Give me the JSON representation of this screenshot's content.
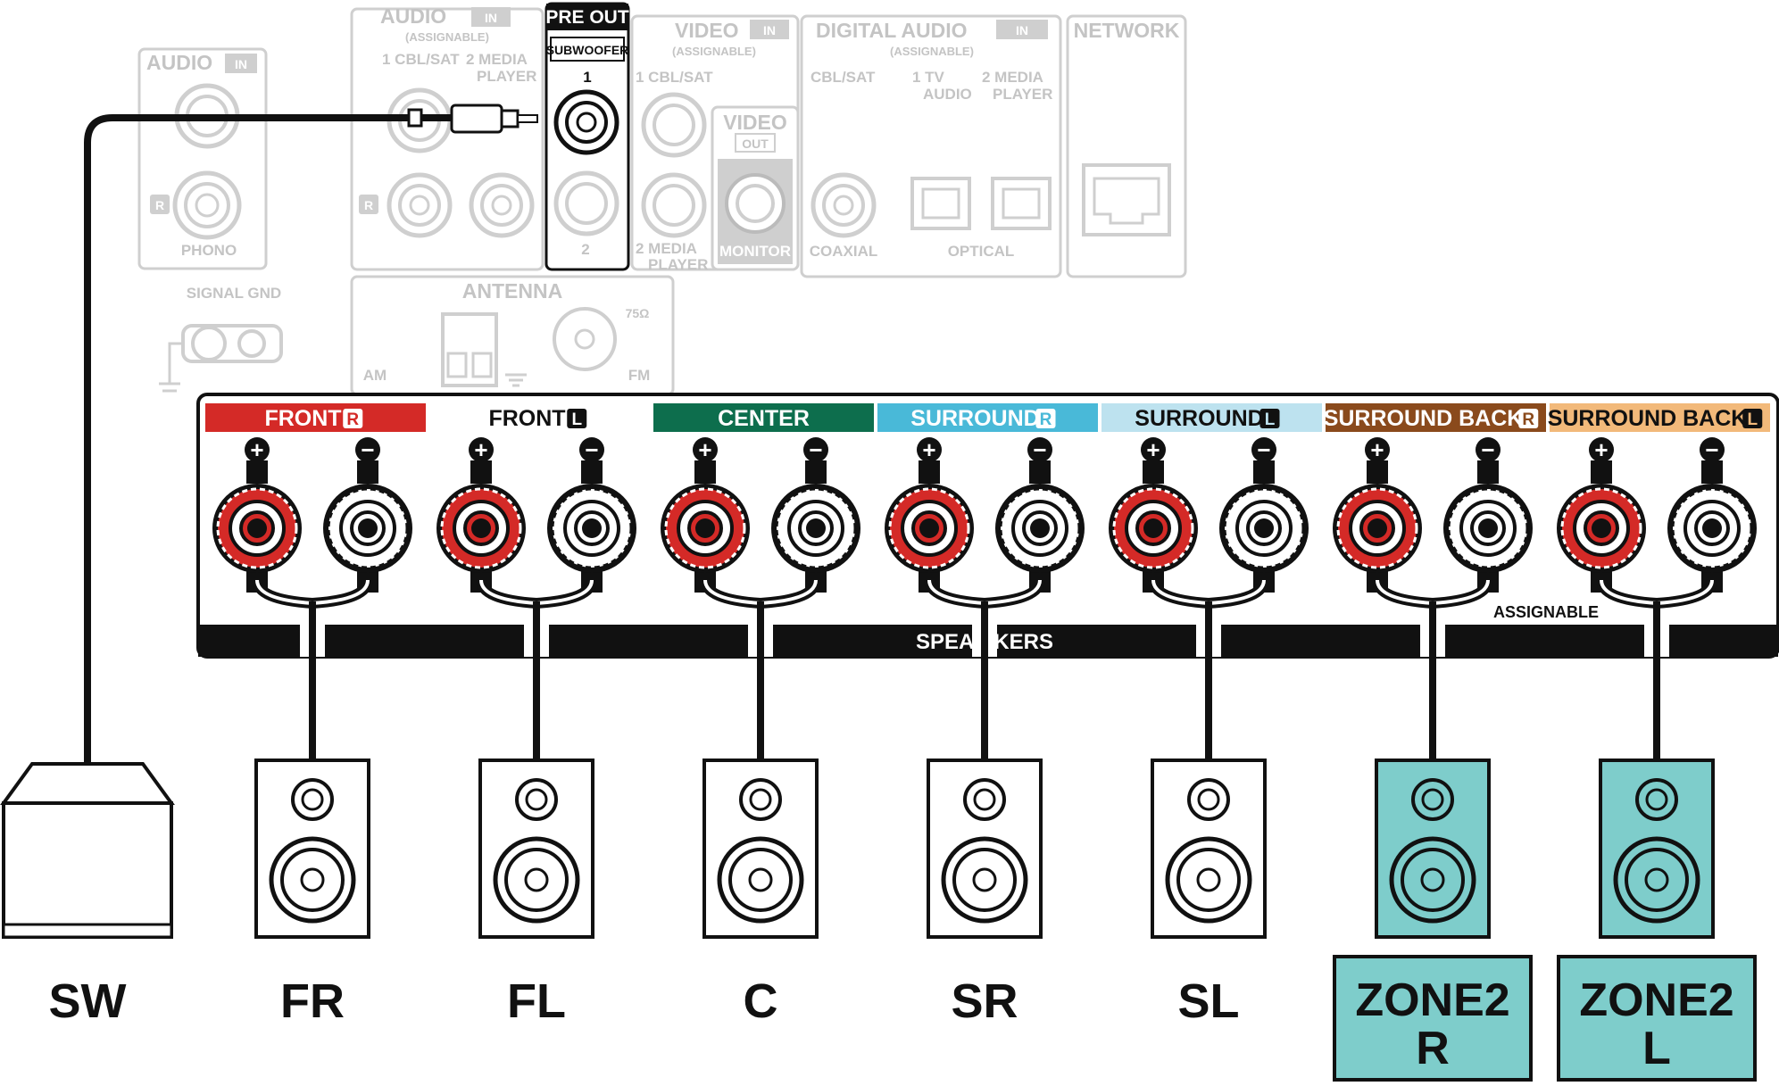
{
  "panel": {
    "audio_in_left": {
      "title": "AUDIO",
      "in_badge": "IN",
      "r_badge": "R",
      "phono": "PHONO"
    },
    "signal_gnd": "SIGNAL GND",
    "audio_in_assign": {
      "title": "AUDIO",
      "in_badge": "IN",
      "assignable": "(ASSIGNABLE)",
      "col1": "1 CBL/SAT",
      "col2a": "2  MEDIA",
      "col2b": "PLAYER",
      "r_badge": "R"
    },
    "pre_out": {
      "title": "PRE OUT",
      "subwoofer": "SUBWOOFER",
      "n1": "1",
      "n2": "2"
    },
    "video_in": {
      "title": "VIDEO",
      "in_badge": "IN",
      "assignable": "(ASSIGNABLE)",
      "col1": "1 CBL/SAT",
      "col2a": "2  MEDIA",
      "col2b": "PLAYER"
    },
    "video_out": {
      "title": "VIDEO",
      "out_badge": "OUT",
      "monitor": "MONITOR"
    },
    "digital_audio": {
      "title": "DIGITAL AUDIO",
      "in_badge": "IN",
      "assignable": "(ASSIGNABLE)",
      "c1": "CBL/SAT",
      "c2a": "1  TV",
      "c2b": "AUDIO",
      "c3a": "2  MEDIA",
      "c3b": "PLAYER",
      "coaxial": "COAXIAL",
      "optical": "OPTICAL"
    },
    "network": {
      "title": "NETWORK"
    },
    "antenna": {
      "title": "ANTENNA",
      "am": "AM",
      "fm": "FM",
      "ohm": "75Ω"
    },
    "speakers_label_a": "SPEA",
    "speakers_label_b": "KERS",
    "assignable": "ASSIGNABLE"
  },
  "channels": [
    {
      "label": "FRONT",
      "badge": "R",
      "bg": "#d42a27",
      "fg": "#ffffff",
      "code": "FR",
      "zone": false
    },
    {
      "label": "FRONT",
      "badge": "L",
      "bg": "#ffffff",
      "fg": "#111111",
      "code": "FL",
      "zone": false
    },
    {
      "label": "CENTER",
      "badge": "",
      "bg": "#0d6e4d",
      "fg": "#ffffff",
      "code": "C",
      "zone": false
    },
    {
      "label": "SURROUND",
      "badge": "R",
      "bg": "#49b9d8",
      "fg": "#ffffff",
      "code": "SR",
      "zone": false
    },
    {
      "label": "SURROUND",
      "badge": "L",
      "bg": "#bde2ef",
      "fg": "#111111",
      "code": "SL",
      "zone": false
    },
    {
      "label": "SURROUND BACK",
      "badge": "R",
      "bg": "#8a4a1c",
      "fg": "#ffffff",
      "code": "",
      "zone": true,
      "zone_line1": "ZONE2",
      "zone_line2": "R"
    },
    {
      "label": "SURROUND BACK",
      "badge": "L",
      "bg": "#f2b97a",
      "fg": "#111111",
      "code": "",
      "zone": true,
      "zone_line1": "ZONE2",
      "zone_line2": "L"
    }
  ],
  "plus_sign": "+",
  "minus_sign": "−",
  "subwoofer_code": "SW",
  "colors": {
    "red_terminal": "#d42a27",
    "zone_fill": "#7ecdcb",
    "ink": "#111111",
    "gray": "#c4c4c4"
  }
}
